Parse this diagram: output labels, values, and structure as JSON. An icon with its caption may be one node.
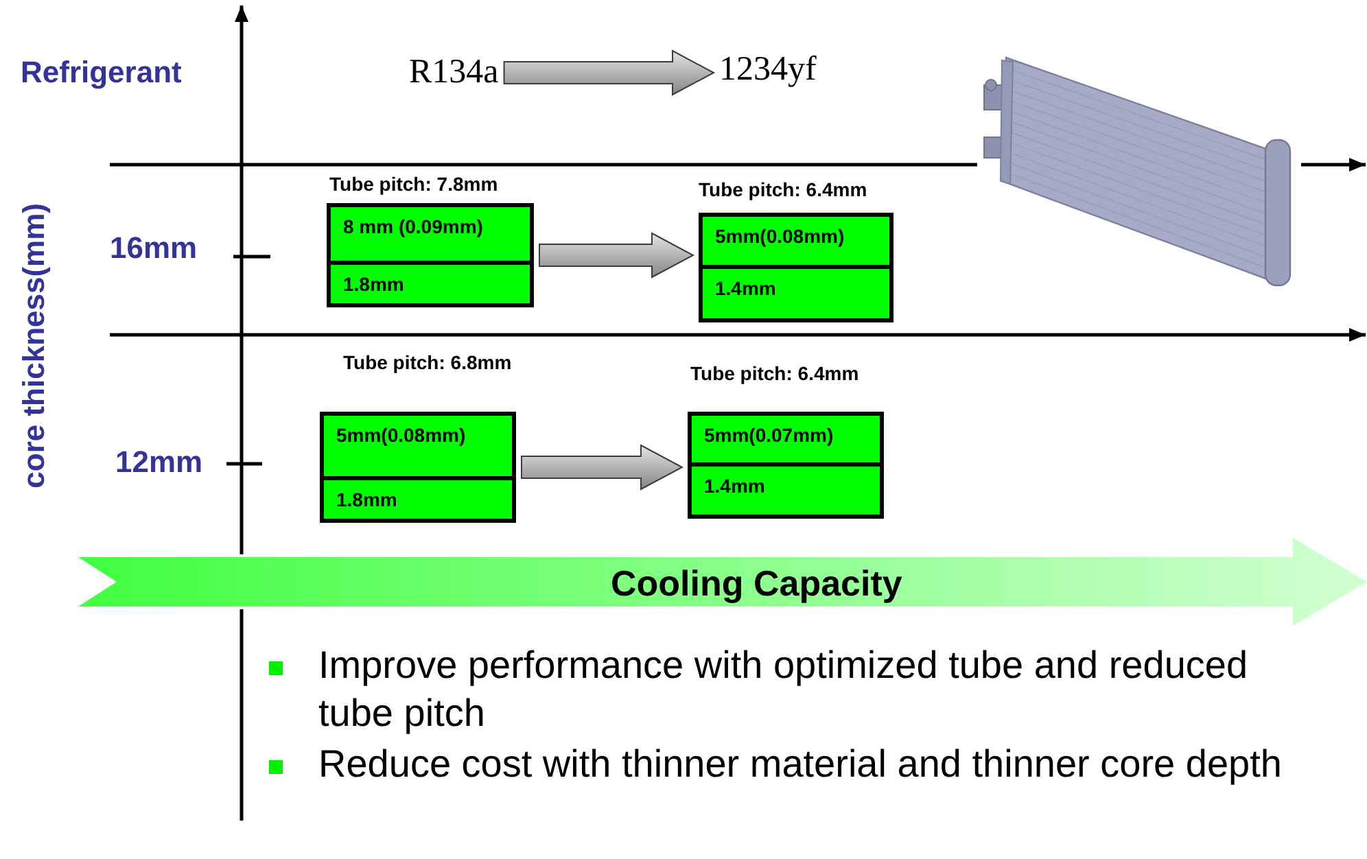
{
  "diagram": {
    "nodes": [
      {
        "text": [
          "R134a"
        ]
      },
      {
        "text": [
          "1234yf"
        ]
      },
      {
        "text": [],
        "shape": "picture"
      },
      {
        "text": [
          "Tube pitch: 7.8mm",
          "8 mm (0.09mm)",
          "1.8mm"
        ]
      },
      {
        "text": [
          "Tube pitch: 6.4mm",
          "5mm(0.08mm)",
          "1.4mm"
        ]
      },
      {
        "text": [
          "Tube pitch: 6.8mm",
          "5mm(0.08mm)",
          "1.8mm"
        ]
      },
      {
        "text": [
          "Tube pitch: 6.4mm",
          "5mm(0.07mm)",
          "1.4mm"
        ]
      },
      {
        "text": [
          "Cooling Capacity"
        ]
      }
    ],
    "edges": [
      {
        "from": 0,
        "to": 1,
        "arrow": "to"
      },
      {
        "from": 3,
        "to": 4,
        "arrow": "to"
      },
      {
        "from": 5,
        "to": 6,
        "arrow": "to"
      }
    ],
    "labels": [
      "Refrigerant",
      "core thickness(mm)",
      "16mm",
      "12mm",
      "Improve performance with optimized tube and reduced tube pitch",
      "Reduce cost with thinner material and thinner core depth"
    ]
  }
}
